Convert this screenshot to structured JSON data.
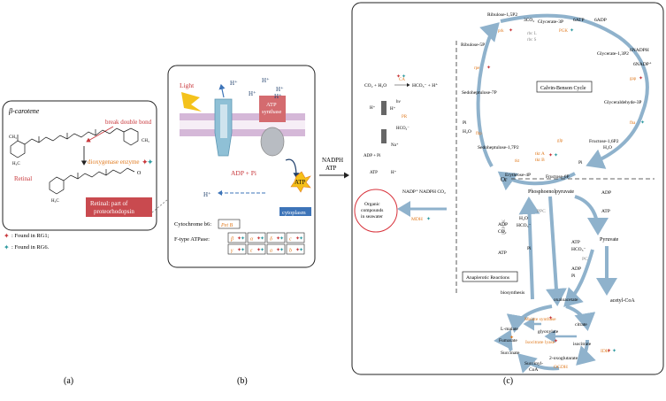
{
  "panel_a": {
    "label": "(a)",
    "title": "β-carotene",
    "break_label": "break double bond",
    "enzyme_label": "dioxygenase enzyme",
    "retinal_label": "Retinal",
    "box_line1": "Retinal: part of",
    "box_line2": "proteorhodopsin",
    "legend_rg1": ": Found in RG1;",
    "legend_rg6": ": Found in RG6.",
    "ch3": "CH₃",
    "h3c": "H₃C",
    "aldehyde": "O"
  },
  "panel_b": {
    "label": "(b)",
    "light": "Light",
    "h_plus": "H⁺",
    "atp_synthase_1": "ATP",
    "atp_synthase_2": "synthase",
    "adp_pi": "ADP + Pi",
    "atp": "ATP",
    "cytoplasm": "cytoplasm",
    "cytochrome": "Cytochrome b6:",
    "pet_b": "Pet B",
    "f_type": "F-type ATPase:",
    "subunits_row1": [
      "β",
      "α",
      "δ",
      "c"
    ],
    "subunits_row2": [
      "γ",
      "ε",
      "a",
      "b"
    ]
  },
  "link": {
    "line1": "NADPH",
    "line2": "ATP"
  },
  "panel_c": {
    "label": "(c)",
    "carbonic": {
      "eq_left": "CO₂ + H₂O",
      "eq_right": "HCO₃⁻ + H⁺",
      "ca": "CA",
      "hv": "hν",
      "h_plus": "H⁺",
      "pr": "PR",
      "hco3": "HCO₃⁻",
      "na": "Na⁺",
      "adp_pi": "ADP + Pi",
      "atp": "ATP",
      "h_in": "H⁺"
    },
    "organic_1": "Organic",
    "organic_2": "compounds",
    "organic_3": "in seawater",
    "nadp": "NADP⁺",
    "nadph_co2": "NADPH  CO₂",
    "mdh": "MDH",
    "calvin": {
      "title": "Calvin-Benson Cycle",
      "nodes": [
        "Ribulose-1,5P2",
        "Glycerate-3P",
        "Glycerate-1,3P2",
        "Glyceraldehyde-3P",
        "Fructose-1,6P2",
        "Fructose-6P",
        "Erythrose-4P",
        "Sedoheptulose-1,7P2",
        "Sedoheptulose-7P",
        "Ribulose-5P"
      ],
      "rbcl": "rbc L",
      "rbcs": "rbc S",
      "co2": "3CO₂",
      "atp": "6ATP",
      "adp": "6ADP",
      "nadph": "6NADPH",
      "nadp": "6NADP⁺",
      "pi": "Pi",
      "h2o": "H₂O",
      "tkta": "tkt A",
      "tktb": "tkt B",
      "enz": [
        "prk",
        "PGK",
        "gap",
        "fba",
        "glp",
        "fbp",
        "tkt",
        "rpe"
      ]
    },
    "or": "Or",
    "anaplerotic": {
      "title": "Anaplerotic    Reactions",
      "pep": "Phosphoenolpyruvate",
      "pepck": "PEPCK",
      "ppc": "PPC",
      "pc": "PC",
      "pyruvate": "Pyruvate",
      "acetyl": "acetyl-CoA",
      "adp": "ADP",
      "atp": "ATP",
      "co2": "CO₂",
      "h2o": "H₂O",
      "hco3": "HCO₃⁻",
      "pi": "Pi",
      "biosynthesis": "biosynthesis",
      "oxaloacetate": "oxaloacetate",
      "citrate": "citrate",
      "malate": "L-malate",
      "malate_synthase": "Malate synthase",
      "glyoxylate": "glyoxylate",
      "fumarate": "Fumarate",
      "isocitrate_lyase": "Isocitrate lyase",
      "isocitrate": "isocitrate",
      "succinate": "Succinate",
      "idh": "IDH",
      "oxoglutarate": "2-oxoglutarate",
      "succinyl_1": "Succinyl-",
      "succinyl_2": "CoA",
      "ogdh": "OGDH"
    }
  },
  "colors": {
    "pathway": "#8fb2cc",
    "orange": "#e07a1f",
    "red": "#c8373b",
    "teal": "#2f9aa0",
    "link_blue": "#3d74b8",
    "membrane": "#d5b8d8"
  }
}
